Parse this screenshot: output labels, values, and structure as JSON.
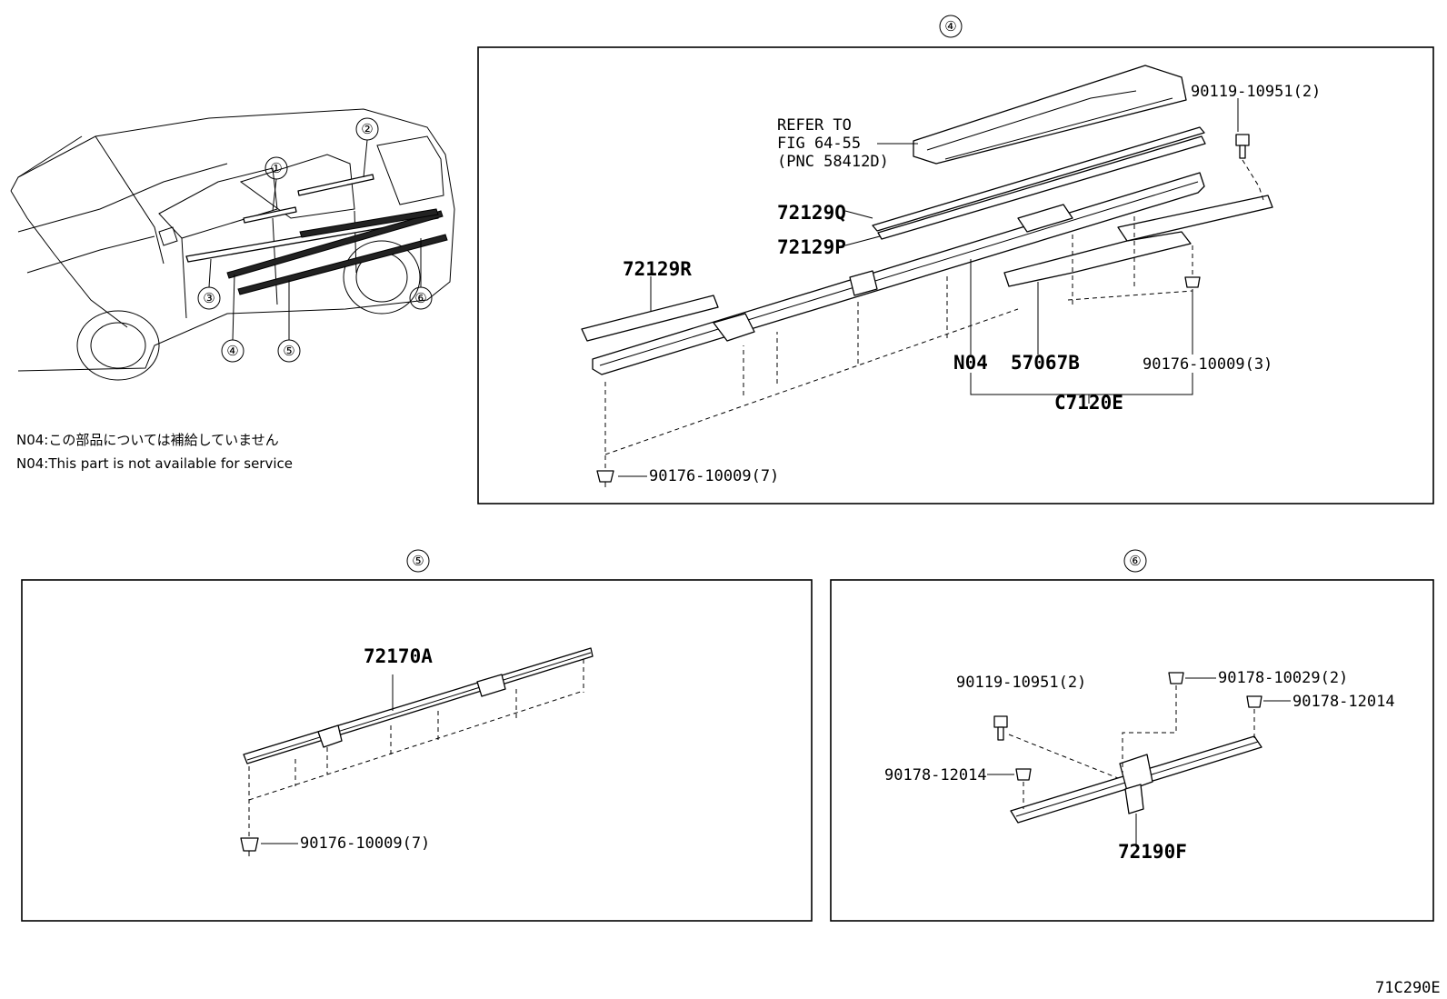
{
  "diagram_code": "71C290E",
  "callouts": {
    "c1": "①",
    "c2": "②",
    "c3": "③",
    "c4": "④",
    "c5": "⑤",
    "c6": "⑥"
  },
  "notes": {
    "jp": "N04:この部品については補給していません",
    "en": "N04:This part is not available for service"
  },
  "panel4": {
    "title": "④",
    "refer_line1": "REFER TO",
    "refer_line2": "FIG 64-55",
    "refer_line3": "(PNC 58412D)",
    "p_90119": "90119-10951(2)",
    "p_72129Q": "72129Q",
    "p_72129P": "72129P",
    "p_72129R": "72129R",
    "p_N04": "N04",
    "p_57067B": "57067B",
    "p_90176_3": "90176-10009(3)",
    "p_C7120E": "C7120E",
    "p_90176_7": "90176-10009(7)"
  },
  "panel5": {
    "title": "⑤",
    "p_72170A": "72170A",
    "p_90176_7": "90176-10009(7)"
  },
  "panel6": {
    "title": "⑥",
    "p_90119": "90119-10951(2)",
    "p_90178_10029": "90178-10029(2)",
    "p_90178_12014_a": "90178-12014",
    "p_90178_12014_b": "90178-12014",
    "p_72190F": "72190F"
  }
}
